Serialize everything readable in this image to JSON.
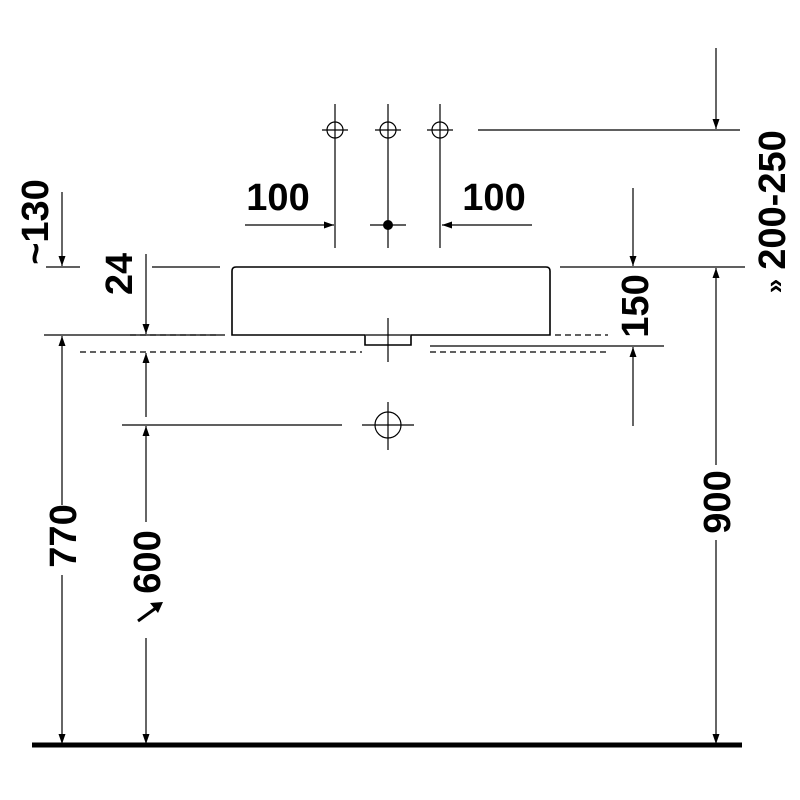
{
  "dimensions": {
    "left_offset": "100",
    "right_offset": "100",
    "tap_height_range": "200-250",
    "tap_range_prefix": "»",
    "left_margin": "~130",
    "rim_thickness": "24",
    "basin_height": "150",
    "counter_height": "770",
    "drain_height": "600",
    "rim_height": "900"
  },
  "colors": {
    "ink": "#000000",
    "paper": "#ffffff"
  }
}
